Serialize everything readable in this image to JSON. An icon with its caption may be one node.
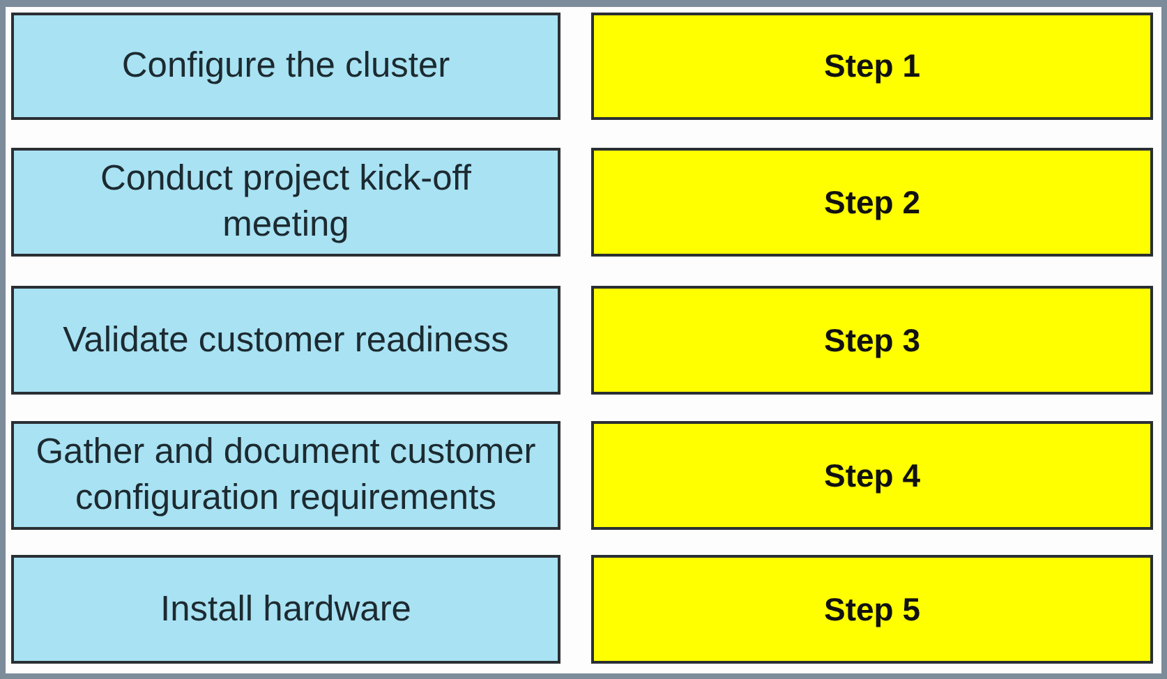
{
  "diagram": {
    "nodes": [
      {
        "text": [
          "Configure the cluster"
        ]
      },
      {
        "text": [
          "Step 1"
        ]
      },
      {
        "text": [
          "Conduct project kick-off meeting"
        ]
      },
      {
        "text": [
          "Step 2"
        ]
      },
      {
        "text": [
          "Validate customer readiness"
        ]
      },
      {
        "text": [
          "Step 3"
        ]
      },
      {
        "text": [
          "Gather and document customer configuration requirements"
        ]
      },
      {
        "text": [
          "Step 4"
        ]
      },
      {
        "text": [
          "Install hardware"
        ]
      },
      {
        "text": [
          "Step 5"
        ]
      }
    ]
  }
}
